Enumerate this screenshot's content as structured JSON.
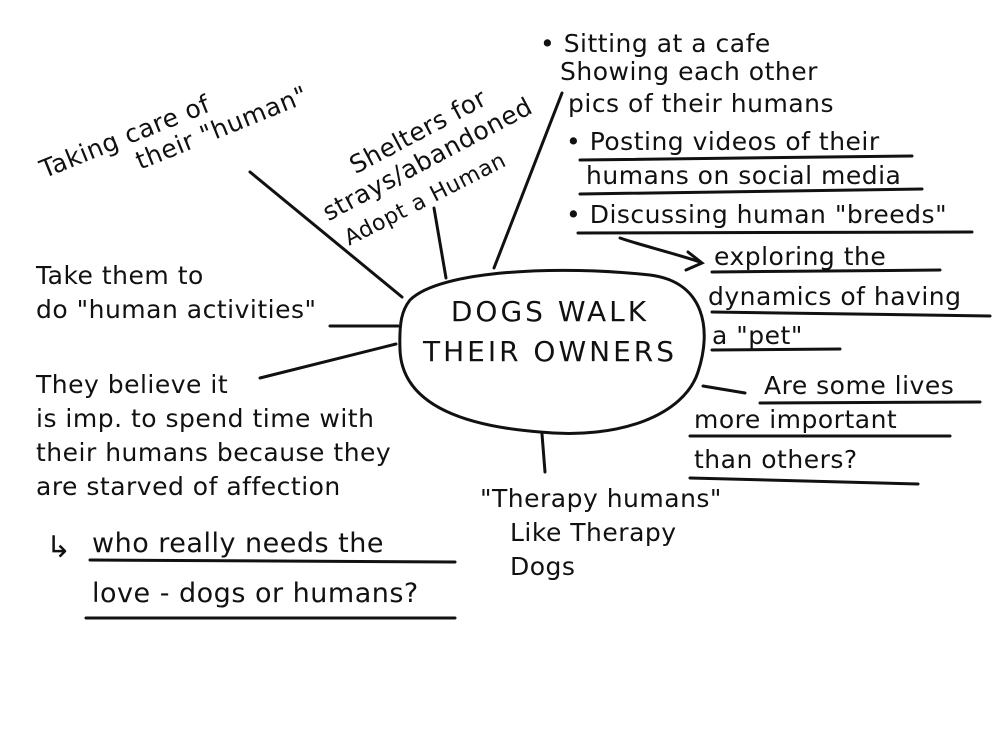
{
  "center": {
    "line1": "DOGS WALK",
    "line2": "THEIR OWNERS"
  },
  "branches": {
    "taking_care": {
      "line1": "Taking care of",
      "line2": "their \"human\""
    },
    "shelters": {
      "line1": "Shelters for",
      "line2": "strays/abandoned",
      "line3": "Adopt a Human"
    },
    "cafe": {
      "line1": "• Sitting at a cafe",
      "line2": "Showing each other",
      "line3": "pics of their humans"
    },
    "posting": {
      "line1": "• Posting videos of their",
      "line2": "humans on social media"
    },
    "breeds": {
      "line1": "• Discussing human \"breeds\"",
      "sub1": "exploring the",
      "sub2": "dynamics of having",
      "sub3": "a \"pet\""
    },
    "activities": {
      "line1": "Take them to",
      "line2": "do \"human activities\""
    },
    "believe": {
      "line1": "They believe it",
      "line2": "is imp. to spend time with",
      "line3": "their humans because they",
      "line4": "are starved of affection"
    },
    "love": {
      "arrow": "↳",
      "line1": "who really needs the",
      "line2": "love - dogs or humans?"
    },
    "lives": {
      "line1": "Are some lives",
      "line2": "more important",
      "line3": "than others?"
    },
    "therapy": {
      "line1": "\"Therapy humans\"",
      "line2": "Like Therapy",
      "line3": "Dogs"
    }
  }
}
